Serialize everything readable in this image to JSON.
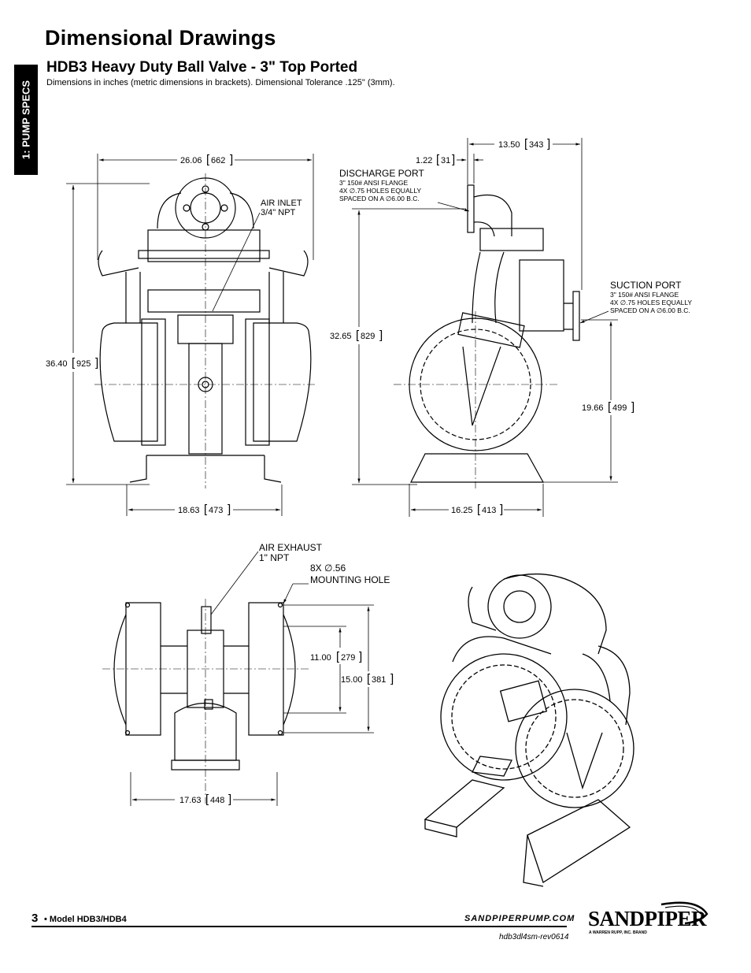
{
  "header": {
    "title": "Dimensional Drawings",
    "subtitle": "HDB3 Heavy Duty Ball Valve - 3\" Top Ported",
    "note": "Dimensions in inches (metric dimensions in brackets). Dimensional Tolerance .125\" (3mm)."
  },
  "side_tab": {
    "label": "1: PUMP SPECS"
  },
  "front_view": {
    "width_top": "26.06",
    "width_top_mm": "662",
    "height": "36.40",
    "height_mm": "925",
    "base_width": "18.63",
    "base_width_mm": "473",
    "air_inlet_line1": "AIR INLET",
    "air_inlet_line2": "3/4\" NPT"
  },
  "side_view": {
    "overall_depth": "13.50",
    "overall_depth_mm": "343",
    "flange_offset": "1.22",
    "flange_offset_mm": "31",
    "discharge_title": "DISCHARGE PORT",
    "discharge_line1": "3\" 150# ANSI FLANGE",
    "discharge_line2": "4X ∅.75 HOLES EQUALLY",
    "discharge_line3": "SPACED ON A ∅6.00 B.C.",
    "suction_title": "SUCTION PORT",
    "suction_line1": "3\" 150# ANSI FLANGE",
    "suction_line2": "4X ∅.75 HOLES EQUALLY",
    "suction_line3": "SPACED ON A ∅6.00 B.C.",
    "discharge_height": "32.65",
    "discharge_height_mm": "829",
    "suction_height": "19.66",
    "suction_height_mm": "499",
    "base_depth": "16.25",
    "base_depth_mm": "413"
  },
  "top_view": {
    "air_exhaust_line1": "AIR EXHAUST",
    "air_exhaust_line2": "1\" NPT",
    "mounting_line1": "8X ∅.56",
    "mounting_line2": "MOUNTING HOLE",
    "hole_spacing_a": "11.00",
    "hole_spacing_a_mm": "279",
    "hole_spacing_b": "15.00",
    "hole_spacing_b_mm": "381",
    "base_width": "17.63",
    "base_width_mm": "448"
  },
  "footer": {
    "page_number": "3",
    "model": "• Model HDB3/HDB4",
    "website": "SANDPIPERPUMP.COM",
    "revision": "hdb3dl4sm-rev0614",
    "brand": "SANDPIPER",
    "brand_tagline": "A WARREN RUPP, INC. BRAND"
  }
}
